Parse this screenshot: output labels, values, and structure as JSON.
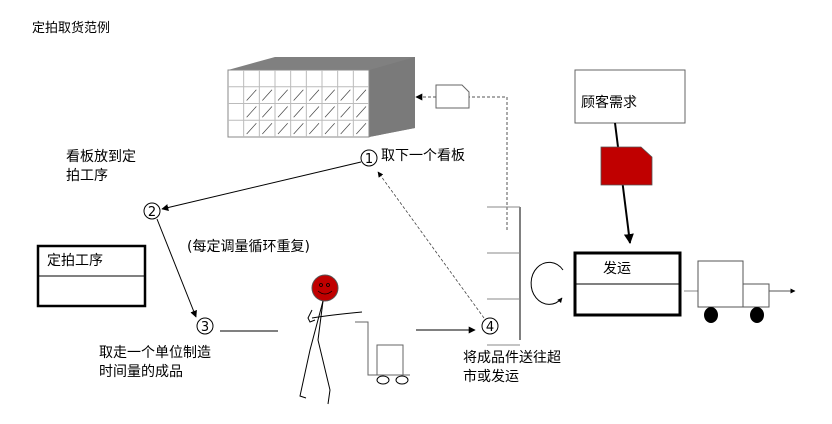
{
  "title": "定拍取货范例",
  "labels": {
    "step1": "取下一个看板",
    "step2": "看板放到定\n拍工序",
    "step3": "取走一个单位制造\n时间量的成品",
    "step4": "将成品件送往超\n市或发运",
    "repeat_note": "(每定调量循环重复)"
  },
  "step_numbers": [
    "1",
    "2",
    "3",
    "4"
  ],
  "boxes": {
    "pacemaker": "定拍工序",
    "customer": "顾客需求",
    "shipping": "发运"
  },
  "colors": {
    "kanban_red": "#c00000",
    "shelf_gray": "#808080",
    "head_red": "#c00000"
  },
  "icons": [
    "supermarket-shelf-icon",
    "kanban-card-icon",
    "operator-icon",
    "cart-icon",
    "truck-icon",
    "loop-arrow-icon"
  ]
}
